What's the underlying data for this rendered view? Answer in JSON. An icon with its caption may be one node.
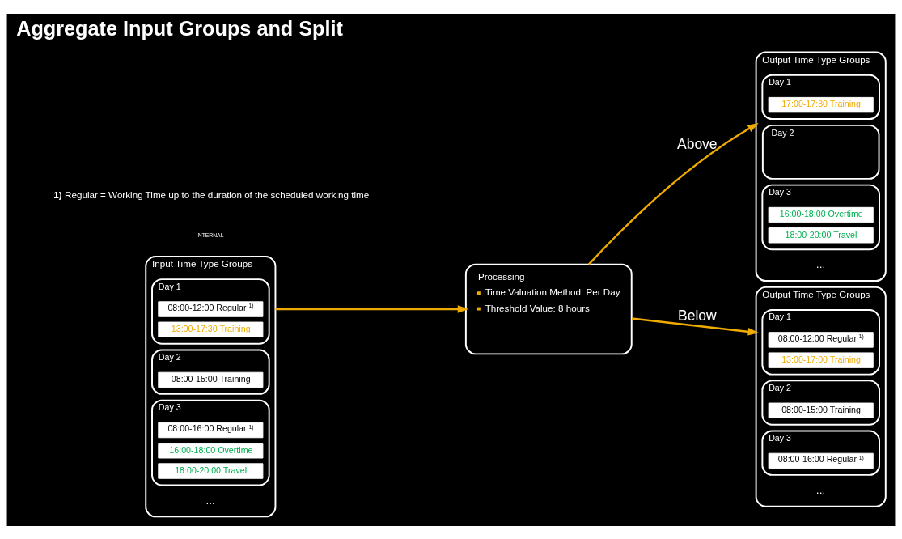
{
  "diagram": {
    "title": "Aggregate Input Groups and Split",
    "nodes": [
      {
        "text": [
          "Input Time Type Groups"
        ],
        "beside": [
          "..."
        ]
      },
      {
        "text": [
          "Day 1"
        ],
        "in": 0
      },
      {
        "text": [
          "08:00-12:00 Regular $^{1)}$"
        ],
        "in": 1
      },
      {
        "text": [
          "13:00-17:30 Training"
        ],
        "in": 1
      },
      {
        "text": [
          "Day 2"
        ],
        "in": 0
      },
      {
        "text": [
          "08:00-15:00 Training"
        ],
        "in": 4
      },
      {
        "text": [
          "Day 3"
        ],
        "in": 0
      },
      {
        "text": [
          "08:00-16:00 Regular $^{1)}$"
        ],
        "in": 6
      },
      {
        "text": [
          "16:00-18:00 Overtime"
        ],
        "in": 6
      },
      {
        "text": [
          "18:00-20:00 Travel"
        ],
        "in": 6
      },
      {
        "text": [
          "Processing",
          "Time Valuation Method: Per Day",
          "Threshold Value: 8 hours"
        ]
      },
      {
        "text": [
          "Output Time Type Groups"
        ],
        "beside": [
          "..."
        ]
      },
      {
        "text": [
          "Day 1"
        ],
        "in": 11
      },
      {
        "text": [
          "17:00-17:30 Training"
        ],
        "in": 12
      },
      {
        "text": [
          "Day 2"
        ],
        "in": 11
      },
      {
        "text": [
          "Day 3"
        ],
        "in": 11
      },
      {
        "text": [
          "16:00-18:00 Overtime"
        ],
        "in": 15
      },
      {
        "text": [
          "18:00-20:00 Travel"
        ],
        "in": 15
      },
      {
        "text": [
          "Output Time Type Groups"
        ],
        "beside": [
          "..."
        ]
      },
      {
        "text": [
          "Day 1"
        ],
        "in": 18
      },
      {
        "text": [
          "08:00-12:00 Regular $^{1)}$"
        ],
        "in": 19
      },
      {
        "text": [
          "13:00-17:00 Training"
        ],
        "in": 19
      },
      {
        "text": [
          "Day 2"
        ],
        "in": 18
      },
      {
        "text": [
          "08:00-15:00 Training"
        ],
        "in": 22
      },
      {
        "text": [
          "Day 3"
        ],
        "in": 18
      },
      {
        "text": [
          "08:00-16:00 Regular $^{1)}$"
        ],
        "in": 24
      }
    ],
    "edges": [
      {
        "from": 0,
        "to": 10,
        "arrow": "to"
      },
      {
        "from": 10,
        "to": 11,
        "arrow": "to",
        "label": "Above"
      },
      {
        "from": 10,
        "to": 18,
        "arrow": "to",
        "label": "Below"
      }
    ],
    "labels": [
      "**1)** Regular = Working Time up to the duration of the scheduled working time",
      "INTERNAL"
    ]
  }
}
